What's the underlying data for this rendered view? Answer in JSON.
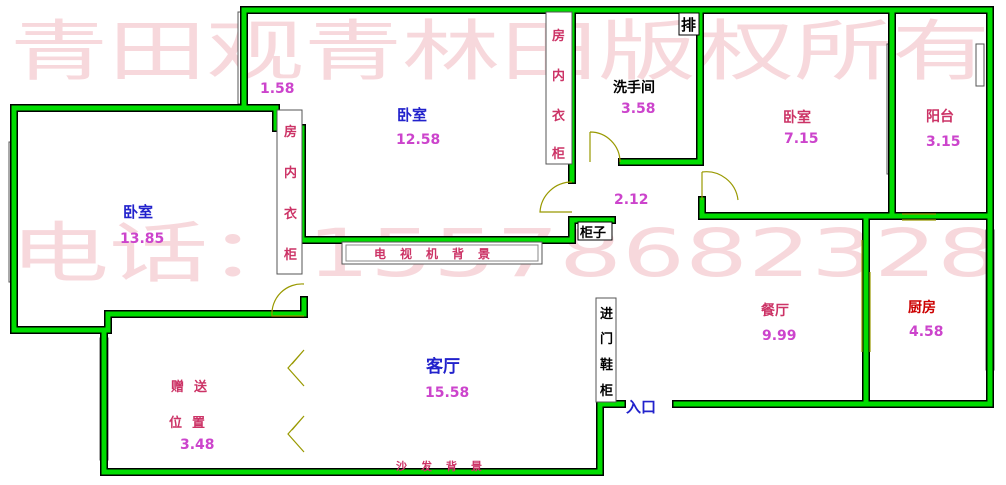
{
  "watermark": {
    "line1": "青田观青林田版权所有",
    "line2": "电话：15578682328"
  },
  "rooms": {
    "bedroom_left": {
      "name": "卧室",
      "area": "13.85"
    },
    "bedroom_main": {
      "name": "卧室",
      "area": "12.58"
    },
    "bathroom": {
      "name": "洗手间",
      "area": "3.58"
    },
    "bedroom_right": {
      "name": "卧室",
      "area": "7.15"
    },
    "balcony": {
      "name": "阳台",
      "area": "3.15"
    },
    "dining": {
      "name": "餐厅",
      "area": "9.99"
    },
    "kitchen": {
      "name": "厨房",
      "area": "4.58"
    },
    "living": {
      "name": "客厅",
      "area": "15.58"
    },
    "bonus": {
      "name1": "赠送",
      "name2": "位置",
      "area": "3.48"
    },
    "corridor": {
      "area": "2.12"
    },
    "top_left_space": {
      "area": "1.58"
    }
  },
  "fixtures": {
    "closet_left": [
      "房",
      "内",
      "衣",
      "柜"
    ],
    "closet_main": [
      "房",
      "内",
      "衣",
      "柜"
    ],
    "shoe_cabinet": [
      "进",
      "门",
      "鞋",
      "柜"
    ],
    "tv_wall": "电视机背景",
    "sofa_wall": "沙发背景",
    "cabinet": "柜子",
    "vent": "排",
    "entrance": "入口"
  },
  "colors": {
    "wall": "#00dd00",
    "wall_edge": "#000000",
    "room_name_blue": "#2222cc",
    "room_name_pink": "#cc3366",
    "room_name_red": "#cc0000",
    "area_magenta": "#cc44cc",
    "door_yellow": "#999900"
  }
}
